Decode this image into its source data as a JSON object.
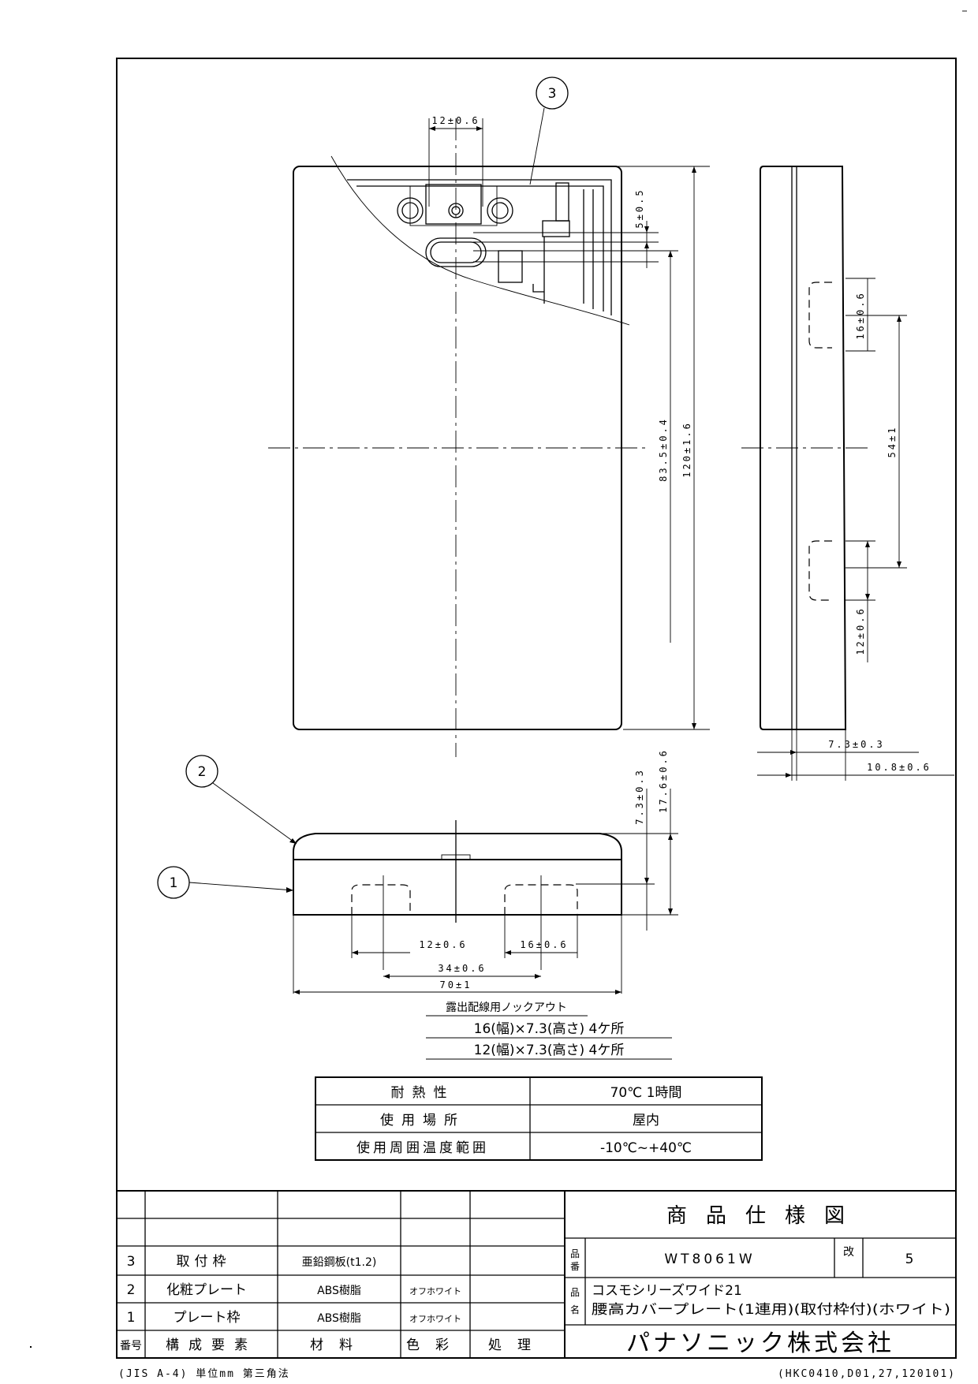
{
  "callouts": {
    "c1": "1",
    "c2": "2",
    "c3": "3"
  },
  "dims": {
    "d_12_top": "12±0.6",
    "d_5": "5±0.5",
    "d_83_5": "83.5±0.4",
    "d_120": "120±1.6",
    "d_16_side": "16±0.6",
    "d_54": "54±1",
    "d_12_side": "12±0.6",
    "d_7_3_side": "7.3±0.3",
    "d_10_8": "10.8±0.6",
    "d_7_3_bottom": "7.3±0.3",
    "d_17_6": "17.6±0.6",
    "d_12_bottom": "12±0.6",
    "d_16_bottom": "16±0.6",
    "d_34": "34±0.6",
    "d_70": "70±1"
  },
  "knockout": {
    "title": "露出配線用ノックアウト",
    "line1": "16(幅)×7.3(高さ) 4ケ所",
    "line2": "12(幅)×7.3(高さ) 4ケ所"
  },
  "spec_table": [
    {
      "label": "耐熱性",
      "value": "70℃ 1時間"
    },
    {
      "label": "使用場所",
      "value": "屋内"
    },
    {
      "label": "使用周囲温度範囲",
      "value": "-10℃~+40℃"
    }
  ],
  "parts": {
    "header": {
      "no": "番号",
      "name": "構成要素",
      "material": "材料",
      "color": "色彩",
      "treatment": "処理"
    },
    "rows": [
      {
        "no": "3",
        "name": "取付枠",
        "material": "亜鉛鋼板(t1.2)",
        "color": "",
        "treatment": ""
      },
      {
        "no": "2",
        "name": "化粧プレート",
        "material": "ABS樹脂",
        "color": "オフホワイト",
        "treatment": ""
      },
      {
        "no": "1",
        "name": "プレート枠",
        "material": "ABS樹脂",
        "color": "オフホワイト",
        "treatment": ""
      }
    ]
  },
  "title_block": {
    "title": "商品仕様図",
    "part_no_label": "品番",
    "part_no": "WT8061W",
    "rev_label": "改",
    "rev": "5",
    "name_label": "品名",
    "name_line1": "コスモシリーズワイド21",
    "name_line2": "腰高カバープレート(1連用)(取付枠付)(ホワイト)",
    "company": "パナソニック株式会社"
  },
  "footer": {
    "left": "(JIS A-4) 単位mm 第三角法",
    "right": "(HKC0410,D01,27,120101)"
  }
}
